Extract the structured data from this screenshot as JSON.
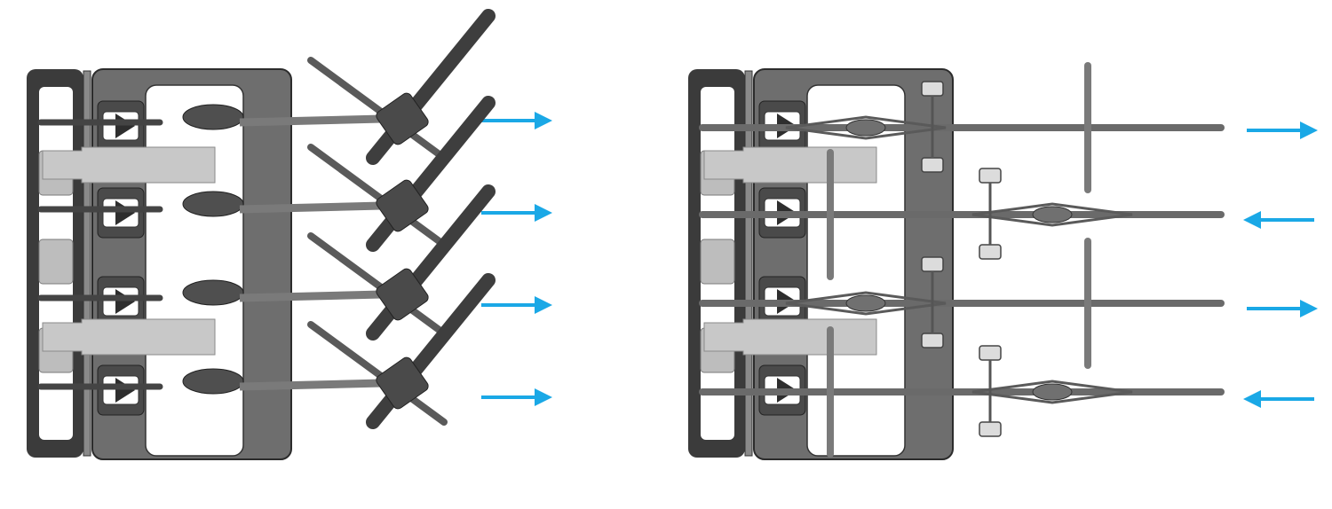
{
  "panels": [
    {
      "name": "same-direction-layout",
      "bike_style": "mountain",
      "bikes": [
        {
          "slot": 1,
          "direction": "right"
        },
        {
          "slot": 2,
          "direction": "right"
        },
        {
          "slot": 3,
          "direction": "right"
        },
        {
          "slot": 4,
          "direction": "right"
        }
      ]
    },
    {
      "name": "alternating-layout",
      "bike_style": "road",
      "bikes": [
        {
          "slot": 1,
          "direction": "right"
        },
        {
          "slot": 2,
          "direction": "left"
        },
        {
          "slot": 3,
          "direction": "right"
        },
        {
          "slot": 4,
          "direction": "left"
        }
      ]
    }
  ],
  "colors": {
    "arrow": "#1aa8e6",
    "frame_dark": "#3b3b3b",
    "plate": "#6e6e6e",
    "bike": "#5a5a5a",
    "bike_light": "#8a8a8a",
    "background": "#ffffff"
  }
}
